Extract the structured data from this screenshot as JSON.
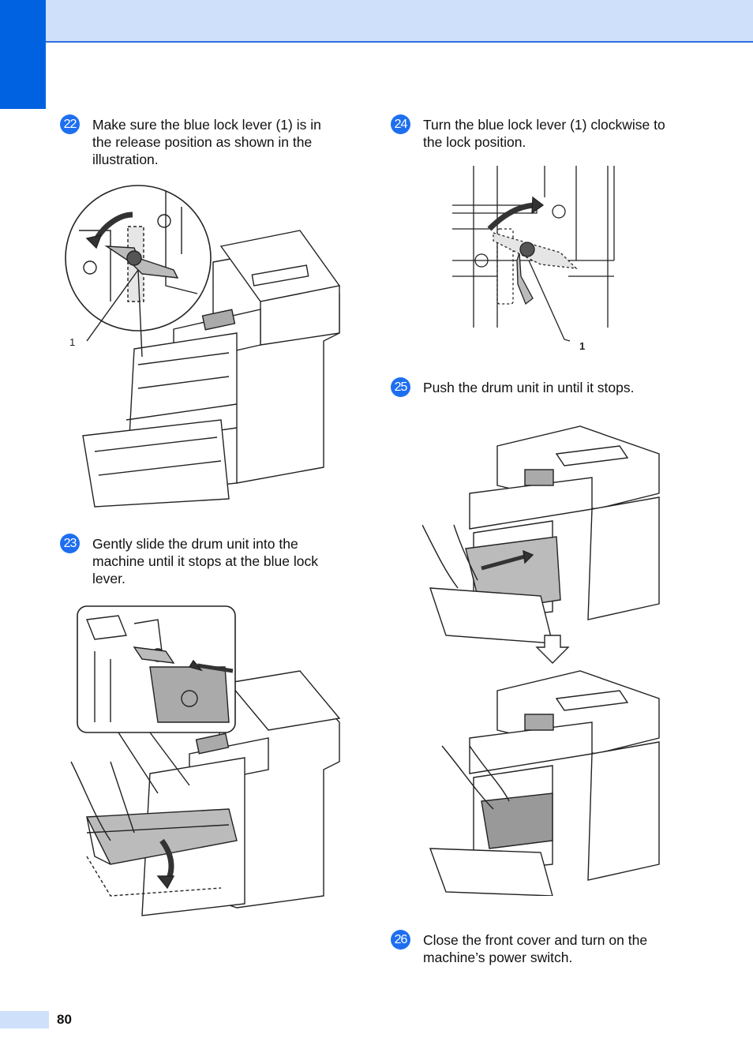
{
  "steps": [
    {
      "number": "22",
      "text": "Make sure the blue lock lever (1) is in the release position as shown in the illustration."
    },
    {
      "number": "23",
      "text": "Gently slide the drum unit into the machine until it stops at the blue lock lever."
    },
    {
      "number": "24",
      "text": "Turn the blue lock lever (1) clockwise to the lock position."
    },
    {
      "number": "25",
      "text": "Push the drum unit in until it stops."
    },
    {
      "number": "26",
      "text": "Close the front cover and turn on the machine’s power switch."
    }
  ],
  "callouts": {
    "fig22_label": "1",
    "fig24_label": "1"
  },
  "page_number": "80",
  "colors": {
    "accent": "#0062e0",
    "band": "#cfe0fb",
    "band_line": "#2f6fe0"
  }
}
